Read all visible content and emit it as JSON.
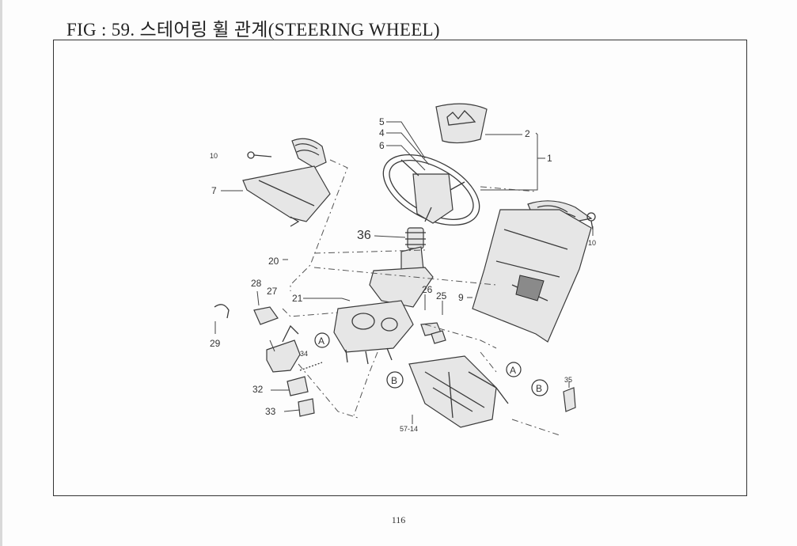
{
  "figure": {
    "title": "FIG : 59. 스테어링 휠 관계(STEERING WHEEL)",
    "page_number": "116"
  },
  "callouts": {
    "c1": "1",
    "c2": "2",
    "c4": "4",
    "c5": "5",
    "c6": "6",
    "c7": "7",
    "c9": "9",
    "c10_left": "10",
    "c10_right": "10",
    "c20": "20",
    "c21": "21",
    "c25": "25",
    "c26": "26",
    "c27": "27",
    "c28": "28",
    "c29": "29",
    "c32": "32",
    "c33": "33",
    "c34": "34",
    "c35": "35",
    "c36": "36",
    "c57_14": "57-14"
  },
  "markers": {
    "a_left": "A",
    "a_right": "A",
    "b_center": "B",
    "b_right": "B"
  }
}
